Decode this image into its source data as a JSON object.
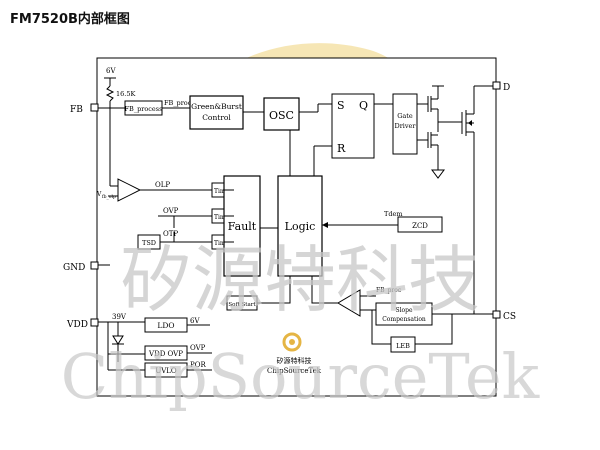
{
  "title": "FM7520B内部框图",
  "pins": {
    "fb": "FB",
    "gnd": "GND",
    "vdd": "VDD",
    "d": "D",
    "cs": "CS"
  },
  "supply": {
    "v6": "6V",
    "r": "16.5K",
    "v39": "39V"
  },
  "blocks": {
    "fb_process": "FB_process",
    "green_burst_1": "Green&Burst",
    "green_burst_2": "Control",
    "osc": "OSC",
    "sr_s": "S",
    "sr_q": "Q",
    "sr_r": "R",
    "gate_1": "Gate",
    "gate_2": "Driver",
    "timer1": "Timer",
    "timer2": "Timer",
    "timer3": "Timer",
    "tsd": "TSD",
    "fault": "Fault",
    "logic": "Logic",
    "zcd": "ZCD",
    "soft_start": "Soft Start",
    "slope_1": "Slope",
    "slope_2": "Compensation",
    "leb": "LEB",
    "ldo": "LDO",
    "vdd_ovp": "VDD OVP",
    "uvlo": "UVLO"
  },
  "signals": {
    "fb_proc_top": "FB_proc",
    "fb_proc_bottom": "FB_proc",
    "v_fb_olp": "V",
    "v_fb_olp_sub": "fb_olp",
    "olp": "OLP",
    "ovp": "OVP",
    "otp": "OTP",
    "tdem": "Tdem",
    "ldo_out": "6V",
    "vdd_ovp_out": "OVP",
    "por": "POR"
  },
  "watermark": {
    "cn": "矽源特科技",
    "en": "ChipSourceTek",
    "logo_cn": "矽源特科技",
    "logo_en": "ChipSourceTek"
  }
}
